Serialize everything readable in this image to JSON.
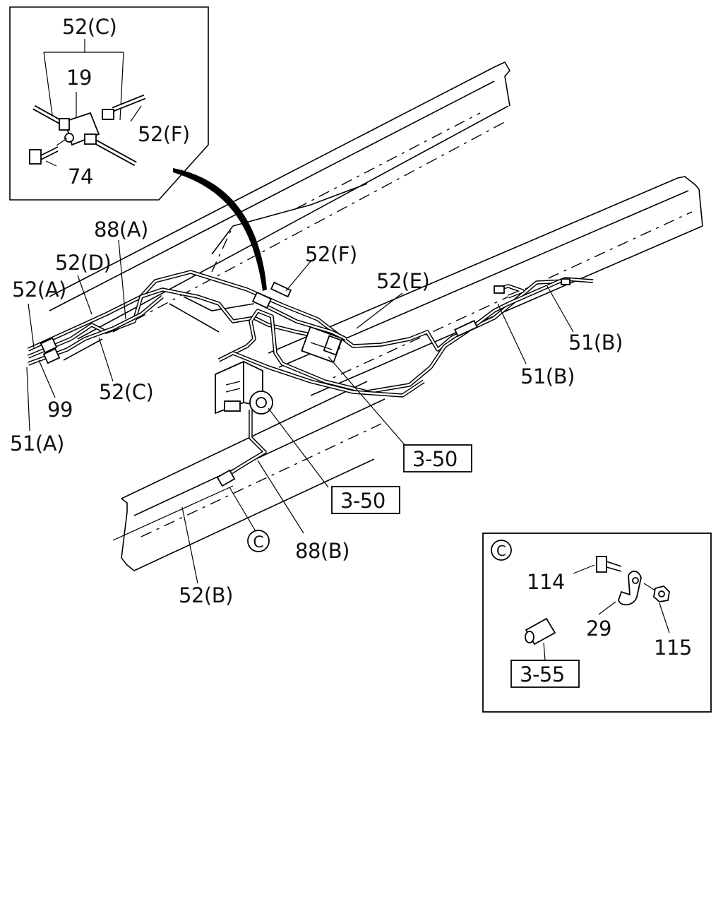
{
  "labels": {
    "l_52c_inset": "52(C)",
    "l_19": "19",
    "l_52f_inset": "52(F)",
    "l_74": "74",
    "l_88a": "88(A)",
    "l_52d": "52(D)",
    "l_52a": "52(A)",
    "l_52f": "52(F)",
    "l_52e": "52(E)",
    "l_51b_right": "51(B)",
    "l_51b_mid": "51(B)",
    "l_52c": "52(C)",
    "l_99": "99",
    "l_51a": "51(A)",
    "l_c_callout": "C",
    "l_88b": "88(B)",
    "l_52b": "52(B)",
    "l_c_inset": "C",
    "l_114": "114",
    "l_29": "29",
    "l_115": "115"
  },
  "refs": {
    "ref_350_upper": "3-50",
    "ref_350_lower": "3-50",
    "ref_355": "3-55"
  }
}
